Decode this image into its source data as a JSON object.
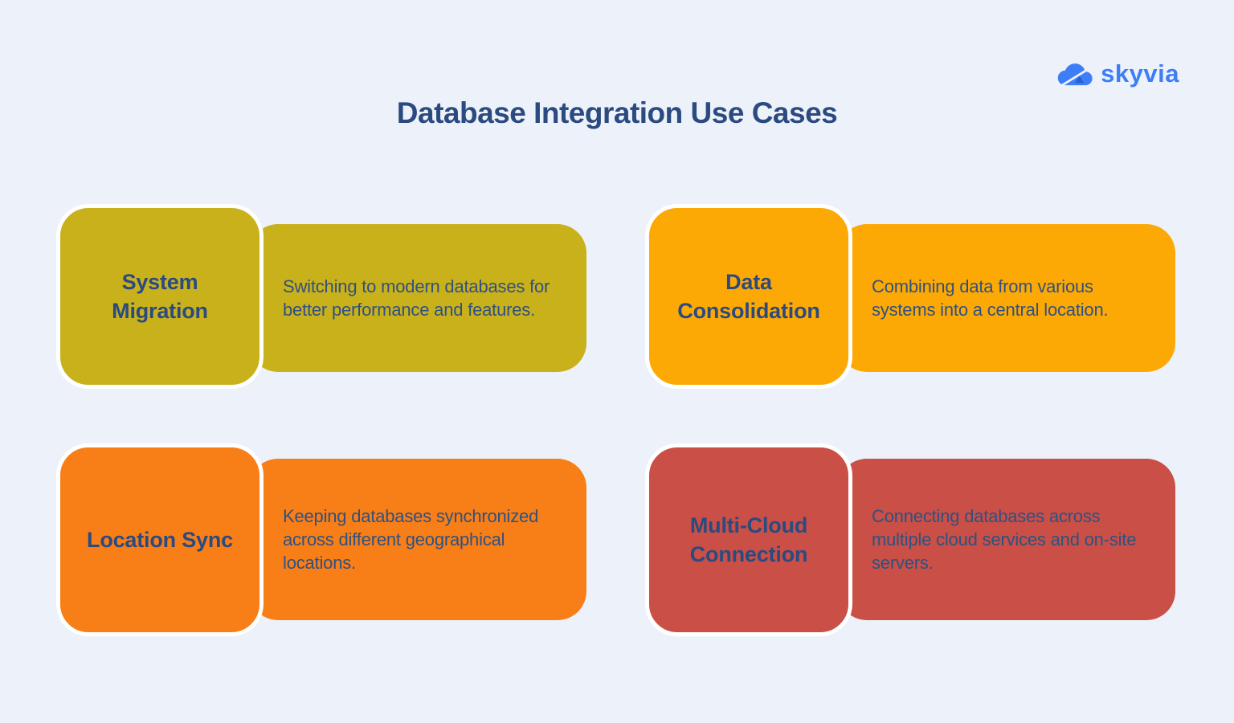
{
  "header": {
    "title": "Database Integration Use Cases"
  },
  "logo": {
    "text": "skyvia",
    "icon": "cloud-icon",
    "color": "#3d7ef7"
  },
  "colors": {
    "background": "#edf2fa",
    "heading_navy": "#2b4a80",
    "body_navy": "#30517f",
    "tile_outline": "#ffffff"
  },
  "cards": [
    {
      "title": "System Migration",
      "description": "Switching to modern databases for better performance and features.",
      "color": "#c9b11c"
    },
    {
      "title": "Data Consolidation",
      "description": "Combining data from various systems into a central location.",
      "color": "#fda905"
    },
    {
      "title": "Location Sync",
      "description": "Keeping databases synchronized across different geographical locations.",
      "color": "#f87e17"
    },
    {
      "title": "Multi-Cloud Connection",
      "description": "Connecting databases across multiple cloud services and on-site servers.",
      "color": "#c94f47"
    }
  ]
}
